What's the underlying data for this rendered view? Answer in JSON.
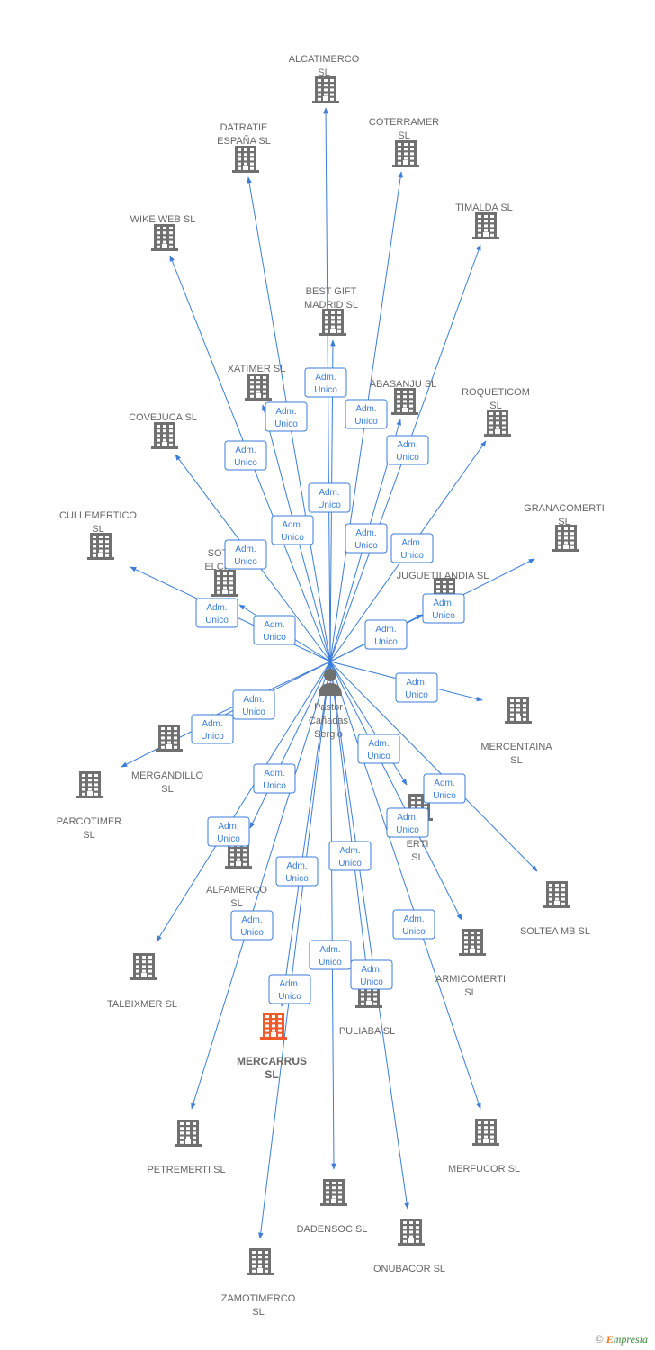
{
  "person": {
    "lines": [
      "Pastor",
      "Cañadas",
      "Sergio"
    ]
  },
  "relation_label": [
    "Adm.",
    "Unico"
  ],
  "companies": [
    {
      "id": "alcatimerco",
      "lines": [
        "ALCATIMERCO",
        "SL"
      ],
      "focus": false
    },
    {
      "id": "datratie",
      "lines": [
        "DATRATIE",
        "ESPAÑA SL"
      ],
      "focus": false
    },
    {
      "id": "coterramer",
      "lines": [
        "COTERRAMER",
        "SL"
      ],
      "focus": false
    },
    {
      "id": "wikeweb",
      "lines": [
        "WIKE WEB SL"
      ],
      "focus": false
    },
    {
      "id": "timalda",
      "lines": [
        "TIMALDA SL"
      ],
      "focus": false
    },
    {
      "id": "bestgift",
      "lines": [
        "BEST GIFT",
        "MADRID SL"
      ],
      "focus": false
    },
    {
      "id": "xatimer",
      "lines": [
        "XATIMER SL"
      ],
      "focus": false
    },
    {
      "id": "abasanju",
      "lines": [
        "ABASANJU SL"
      ],
      "focus": false
    },
    {
      "id": "roqueticom",
      "lines": [
        "ROQUETICOM",
        "SL"
      ],
      "focus": false
    },
    {
      "id": "covejuca",
      "lines": [
        "COVEJUCA SL"
      ],
      "focus": false
    },
    {
      "id": "granacomerti",
      "lines": [
        "GRANACOMERTI",
        "SL"
      ],
      "focus": false
    },
    {
      "id": "cullemertico",
      "lines": [
        "CULLEMERTICO",
        "SL"
      ],
      "focus": false
    },
    {
      "id": "sotelche",
      "lines": [
        "SOT",
        "ELCH"
      ],
      "focus": false
    },
    {
      "id": "juguetilandia",
      "lines": [
        "JUGUETILANDIA SL"
      ],
      "focus": false
    },
    {
      "id": "mercentaina",
      "lines": [
        "MERCENTAINA",
        "SL"
      ],
      "focus": false
    },
    {
      "id": "mergandillo",
      "lines": [
        "MERGANDILLO",
        "SL"
      ],
      "focus": false
    },
    {
      "id": "parcotimer",
      "lines": [
        "PARCOTIMER",
        "SL"
      ],
      "focus": false
    },
    {
      "id": "erti",
      "lines": [
        "ERTI",
        "SL"
      ],
      "focus": false
    },
    {
      "id": "soltea",
      "lines": [
        "SOLTEA MB SL"
      ],
      "focus": false
    },
    {
      "id": "alfamerco",
      "lines": [
        "ALFAMERCO",
        "SL"
      ],
      "focus": false
    },
    {
      "id": "armicomerti",
      "lines": [
        "ARMICOMERTI",
        "SL"
      ],
      "focus": false
    },
    {
      "id": "talbixmer",
      "lines": [
        "TALBIXMER SL"
      ],
      "focus": false
    },
    {
      "id": "puliaba",
      "lines": [
        "PULIABA SL"
      ],
      "focus": false
    },
    {
      "id": "mercarrus",
      "lines": [
        "MERCARRUS",
        "SL"
      ],
      "focus": true
    },
    {
      "id": "petremerti",
      "lines": [
        "PETREMERTI SL"
      ],
      "focus": false
    },
    {
      "id": "merfucor",
      "lines": [
        "MERFUCOR SL"
      ],
      "focus": false
    },
    {
      "id": "dadensoc",
      "lines": [
        "DADENSOC SL"
      ],
      "focus": false
    },
    {
      "id": "onubacor",
      "lines": [
        "ONUBACOR SL"
      ],
      "focus": false
    },
    {
      "id": "zamotimerco",
      "lines": [
        "ZAMOTIMERCO",
        "SL"
      ],
      "focus": false
    }
  ],
  "colors": {
    "edge": "#3b7dd8",
    "building": "#707070",
    "focus_building": "#f25a2a",
    "person": "#707070"
  },
  "footer": {
    "copyright": "©",
    "brand_e": "E",
    "brand_rest": "mpresia"
  }
}
